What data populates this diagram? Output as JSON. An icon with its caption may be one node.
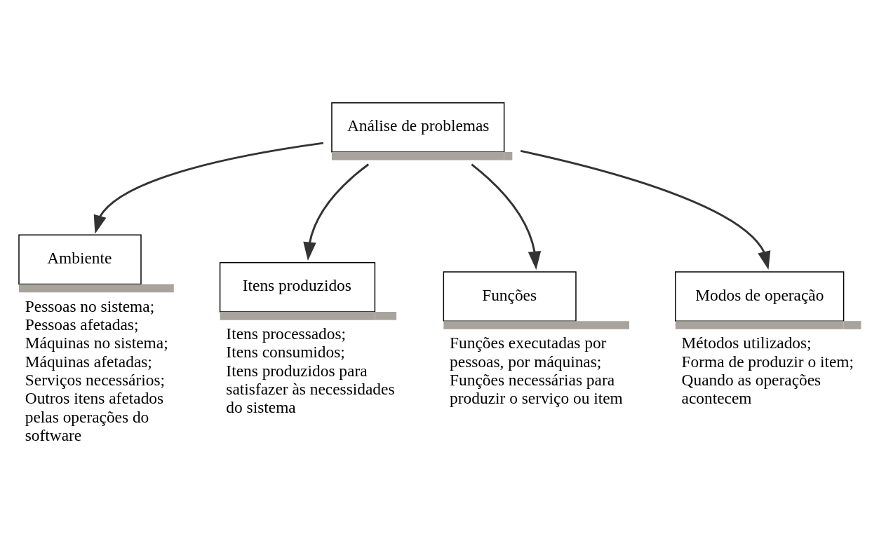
{
  "diagram": {
    "nodes": [
      {
        "text": [
          "Análise de problemas"
        ]
      },
      {
        "text": [
          "Ambiente"
        ],
        "beside": [
          "Pessoas no sistema;",
          "Pessoas afetadas;",
          "Máquinas no sistema;",
          "Máquinas afetadas;",
          "Serviços necessários;",
          "Outros itens afetados pelas operações do software"
        ]
      },
      {
        "text": [
          "Itens produzidos"
        ],
        "beside": [
          "Itens processados;",
          "Itens consumidos;",
          "Itens produzidos para satisfazer às necessidades do sistema"
        ]
      },
      {
        "text": [
          "Funções"
        ],
        "beside": [
          "Funções executadas por pessoas, por máquinas;",
          "Funções necessárias para produzir o serviço ou item"
        ]
      },
      {
        "text": [
          "Modos de operação"
        ],
        "beside": [
          "Métodos utilizados;",
          "Forma de produzir o item;",
          "Quando as operações acontecem"
        ]
      }
    ],
    "edges": [
      {
        "from": 0,
        "to": 1,
        "arrow": "to"
      },
      {
        "from": 0,
        "to": 2,
        "arrow": "to"
      },
      {
        "from": 0,
        "to": 3,
        "arrow": "to"
      },
      {
        "from": 0,
        "to": 4,
        "arrow": "to"
      }
    ]
  }
}
